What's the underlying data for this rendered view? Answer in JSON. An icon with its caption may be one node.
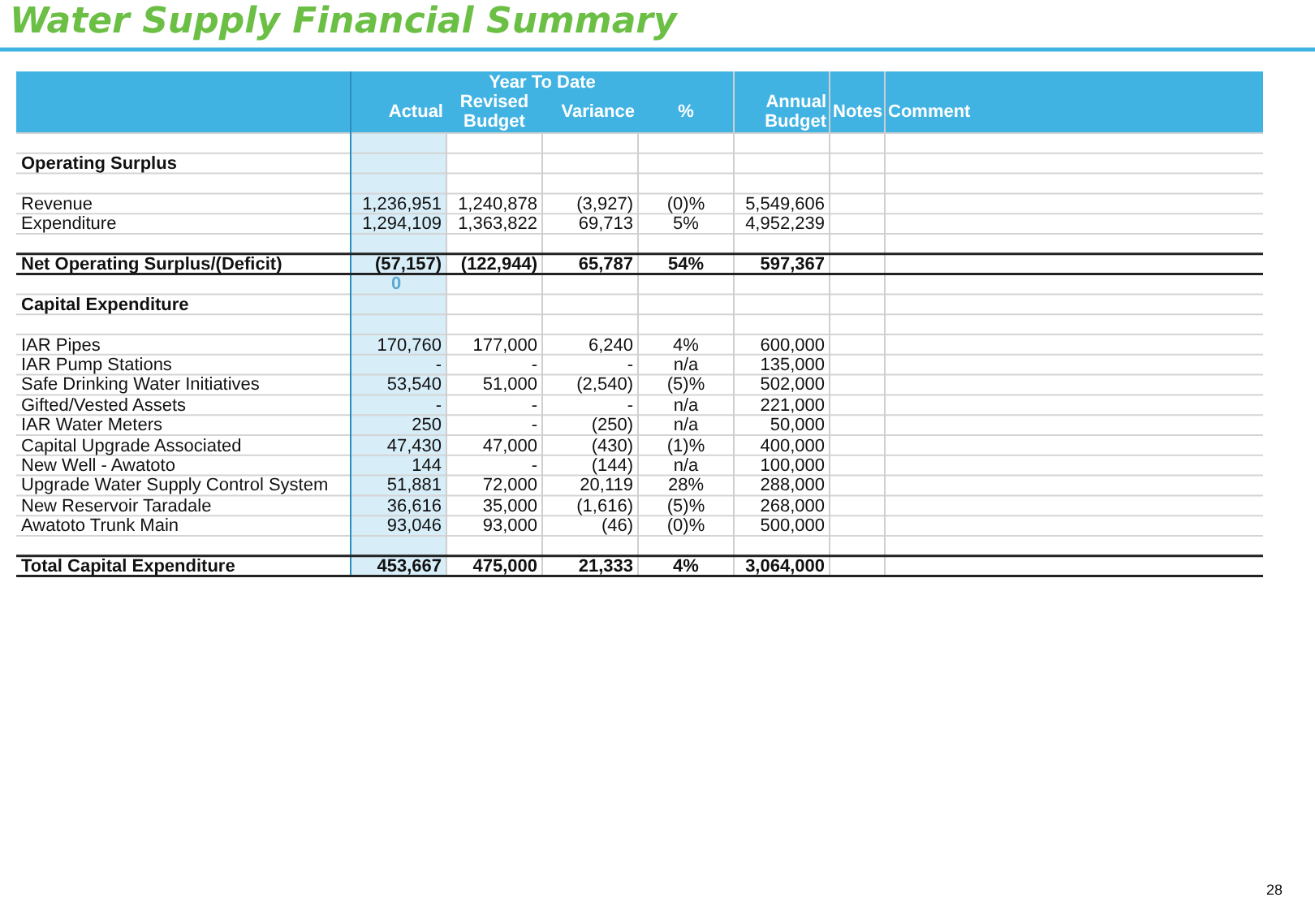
{
  "diagram": {
    "title": "Water Supply Financial Summary",
    "labels": [
      "Year To Date",
      "Actual",
      "Revised Budget",
      "Variance",
      "%",
      "Annual Budget",
      "Notes",
      "Comment",
      "Operating Surplus",
      "Revenue",
      "1,236,951",
      "1,240,878",
      "(3,927)",
      "(0)%",
      "5,549,606",
      "Expenditure",
      "1,294,109",
      "1,363,822",
      "69,713",
      "5%",
      "4,952,239",
      "Net Operating Surplus/(Deficit)",
      "(57,157)",
      "(122,944)",
      "65,787",
      "54%",
      "597,367",
      "0",
      "Capital Expenditure",
      "IAR Pipes",
      "170,760",
      "177,000",
      "6,240",
      "4%",
      "600,000",
      "IAR Pump Stations",
      "-",
      "-",
      "-",
      "n/a",
      "135,000",
      "Safe Drinking Water Initiatives",
      "53,540",
      "51,000",
      "(2,540)",
      "(5)%",
      "502,000",
      "Gifted/Vested Assets",
      "-",
      "-",
      "-",
      "n/a",
      "221,000",
      "IAR Water Meters",
      "250",
      "-",
      "(250)",
      "n/a",
      "50,000",
      "Capital Upgrade Associated",
      "47,430",
      "47,000",
      "(430)",
      "(1)%",
      "400,000",
      "New Well - Awatoto",
      "144",
      "-",
      "(144)",
      "n/a",
      "100,000",
      "Upgrade Water Supply Control System",
      "51,881",
      "72,000",
      "20,119",
      "28%",
      "288,000",
      "New Reservoir Taradale",
      "36,616",
      "35,000",
      "(1,616)",
      "(5)%",
      "268,000",
      "Awatoto Trunk Main",
      "93,046",
      "93,000",
      "(46)",
      "(0)%",
      "500,000",
      "Total Capital Expenditure",
      "453,667",
      "475,000",
      "21,333",
      "4%",
      "3,064,000",
      "28"
    ]
  }
}
